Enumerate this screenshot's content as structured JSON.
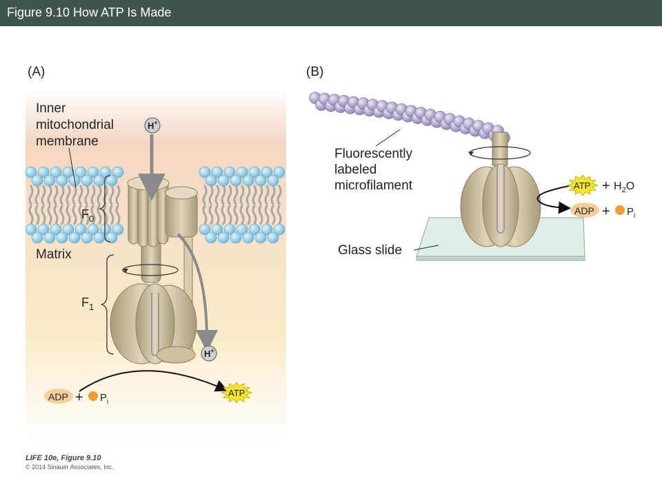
{
  "header": {
    "title": "Figure 9.10 How ATP Is Made"
  },
  "panel_a": {
    "label": "(A)",
    "membrane_label": [
      "Inner",
      "mitochondrial",
      "membrane"
    ],
    "matrix_label": "Matrix",
    "f0_label": "F",
    "f0_sub": "0",
    "f1_label": "F",
    "f1_sub": "1",
    "hplus_top": "H",
    "hplus_bottom": "H",
    "plus_sign": "+",
    "adp_label": "ADP",
    "pi_label": "P",
    "pi_sub": "i",
    "atp_label": "ATP"
  },
  "panel_b": {
    "label": "(B)",
    "filament_label": [
      "Fluorescently",
      "labeled",
      "microfilament"
    ],
    "slide_label": "Glass slide",
    "atp_label": "ATP",
    "h2o_label": "H",
    "h2o_sub": "2",
    "h2o_end": "O",
    "adp_label": "ADP",
    "pi_label": "P",
    "pi_sub": "i",
    "plus_sign": "+"
  },
  "footer": {
    "book": "LIFE 10e, Figure 9.10",
    "copyright": "© 2014 Sinauer Associates, Inc."
  },
  "colors": {
    "title_bar": "#3f5748",
    "membrane_head": "#8fcbe6",
    "matrix_bg": "#fbeccb",
    "upper_bg": "#f4dcc8",
    "protein": "#cbbd9d",
    "filament": "#b3a9cc",
    "atp_star": "#f3e733",
    "adp_oval": "#f7cf9b",
    "phosphate": "#f29a35"
  }
}
